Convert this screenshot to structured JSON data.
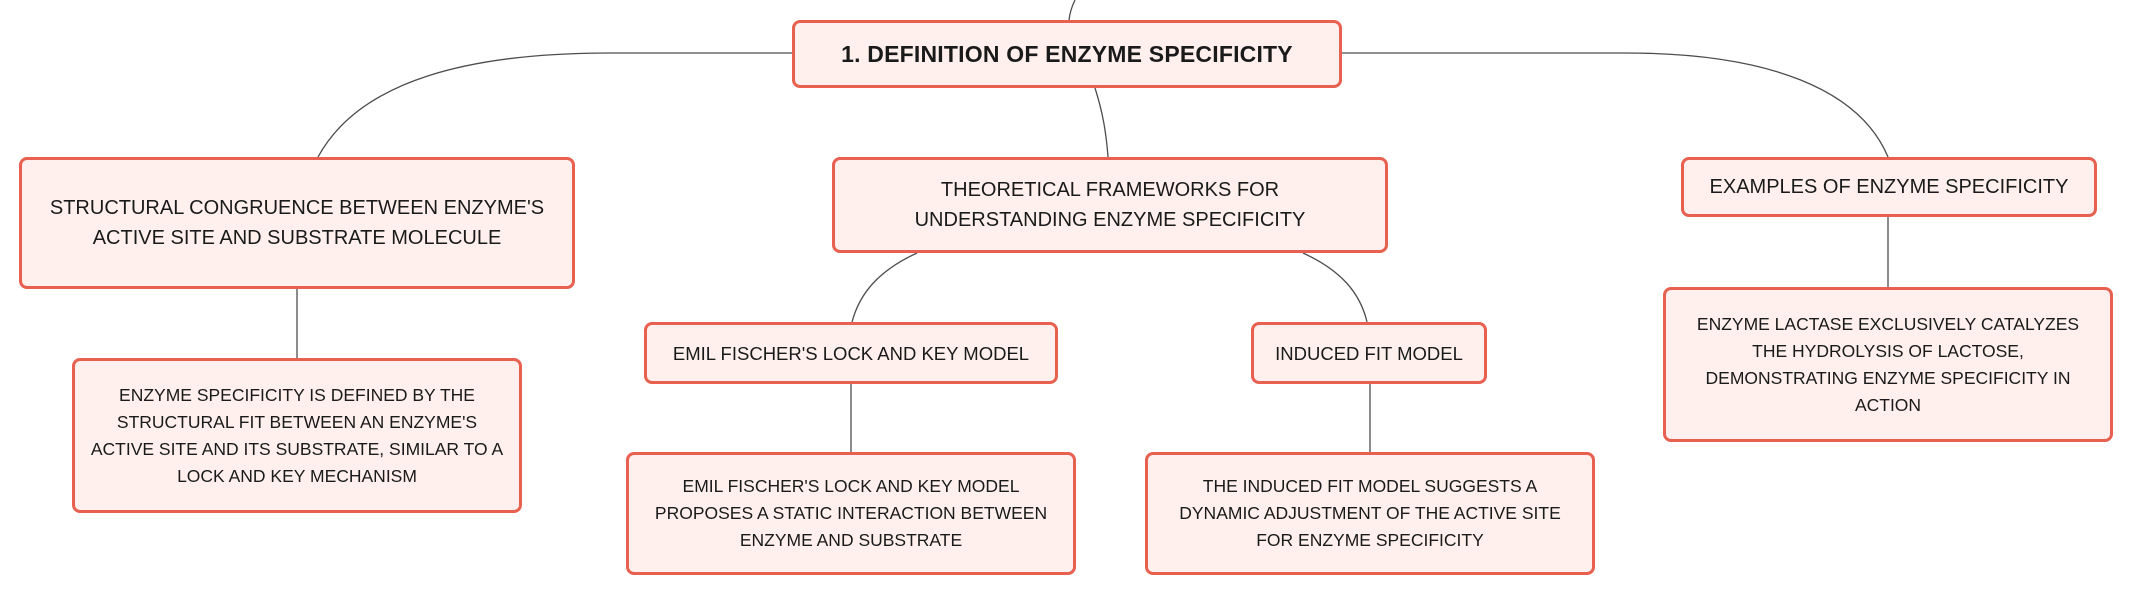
{
  "root": {
    "label": "1. DEFINITION OF ENZYME SPECIFICITY"
  },
  "branches": {
    "structural": {
      "label": "STRUCTURAL CONGRUENCE BETWEEN ENZYME'S ACTIVE SITE AND SUBSTRATE MOLECULE",
      "detail": "ENZYME SPECIFICITY IS DEFINED BY THE STRUCTURAL FIT BETWEEN AN ENZYME'S ACTIVE SITE AND ITS SUBSTRATE, SIMILAR TO A LOCK AND KEY MECHANISM"
    },
    "theoretical": {
      "label": "THEORETICAL FRAMEWORKS FOR UNDERSTANDING ENZYME SPECIFICITY",
      "lock_key": {
        "label": "EMIL FISCHER'S LOCK AND KEY MODEL",
        "detail": "EMIL FISCHER'S LOCK AND KEY MODEL PROPOSES A STATIC INTERACTION BETWEEN ENZYME AND SUBSTRATE"
      },
      "induced_fit": {
        "label": "INDUCED FIT MODEL",
        "detail": "THE INDUCED FIT MODEL SUGGESTS A DYNAMIC ADJUSTMENT OF THE ACTIVE SITE FOR ENZYME SPECIFICITY"
      }
    },
    "examples": {
      "label": "EXAMPLES OF ENZYME SPECIFICITY",
      "detail": "ENZYME LACTASE EXCLUSIVELY CATALYZES THE HYDROLYSIS OF LACTOSE, DEMONSTRATING ENZYME SPECIFICITY IN ACTION"
    }
  },
  "colors": {
    "node_border": "#e8604f",
    "node_fill": "#fff0ed",
    "connector": "#4d4d4d",
    "text": "#1a1a1a"
  }
}
